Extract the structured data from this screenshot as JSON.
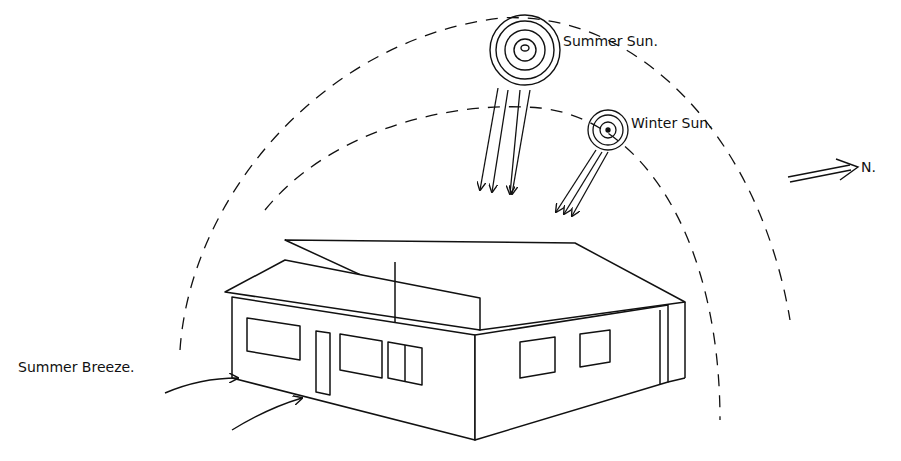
{
  "diagram": {
    "labels": [
      "Summer Sun.",
      "Winter Sun.",
      "Summer Breeze.",
      "N."
    ]
  }
}
